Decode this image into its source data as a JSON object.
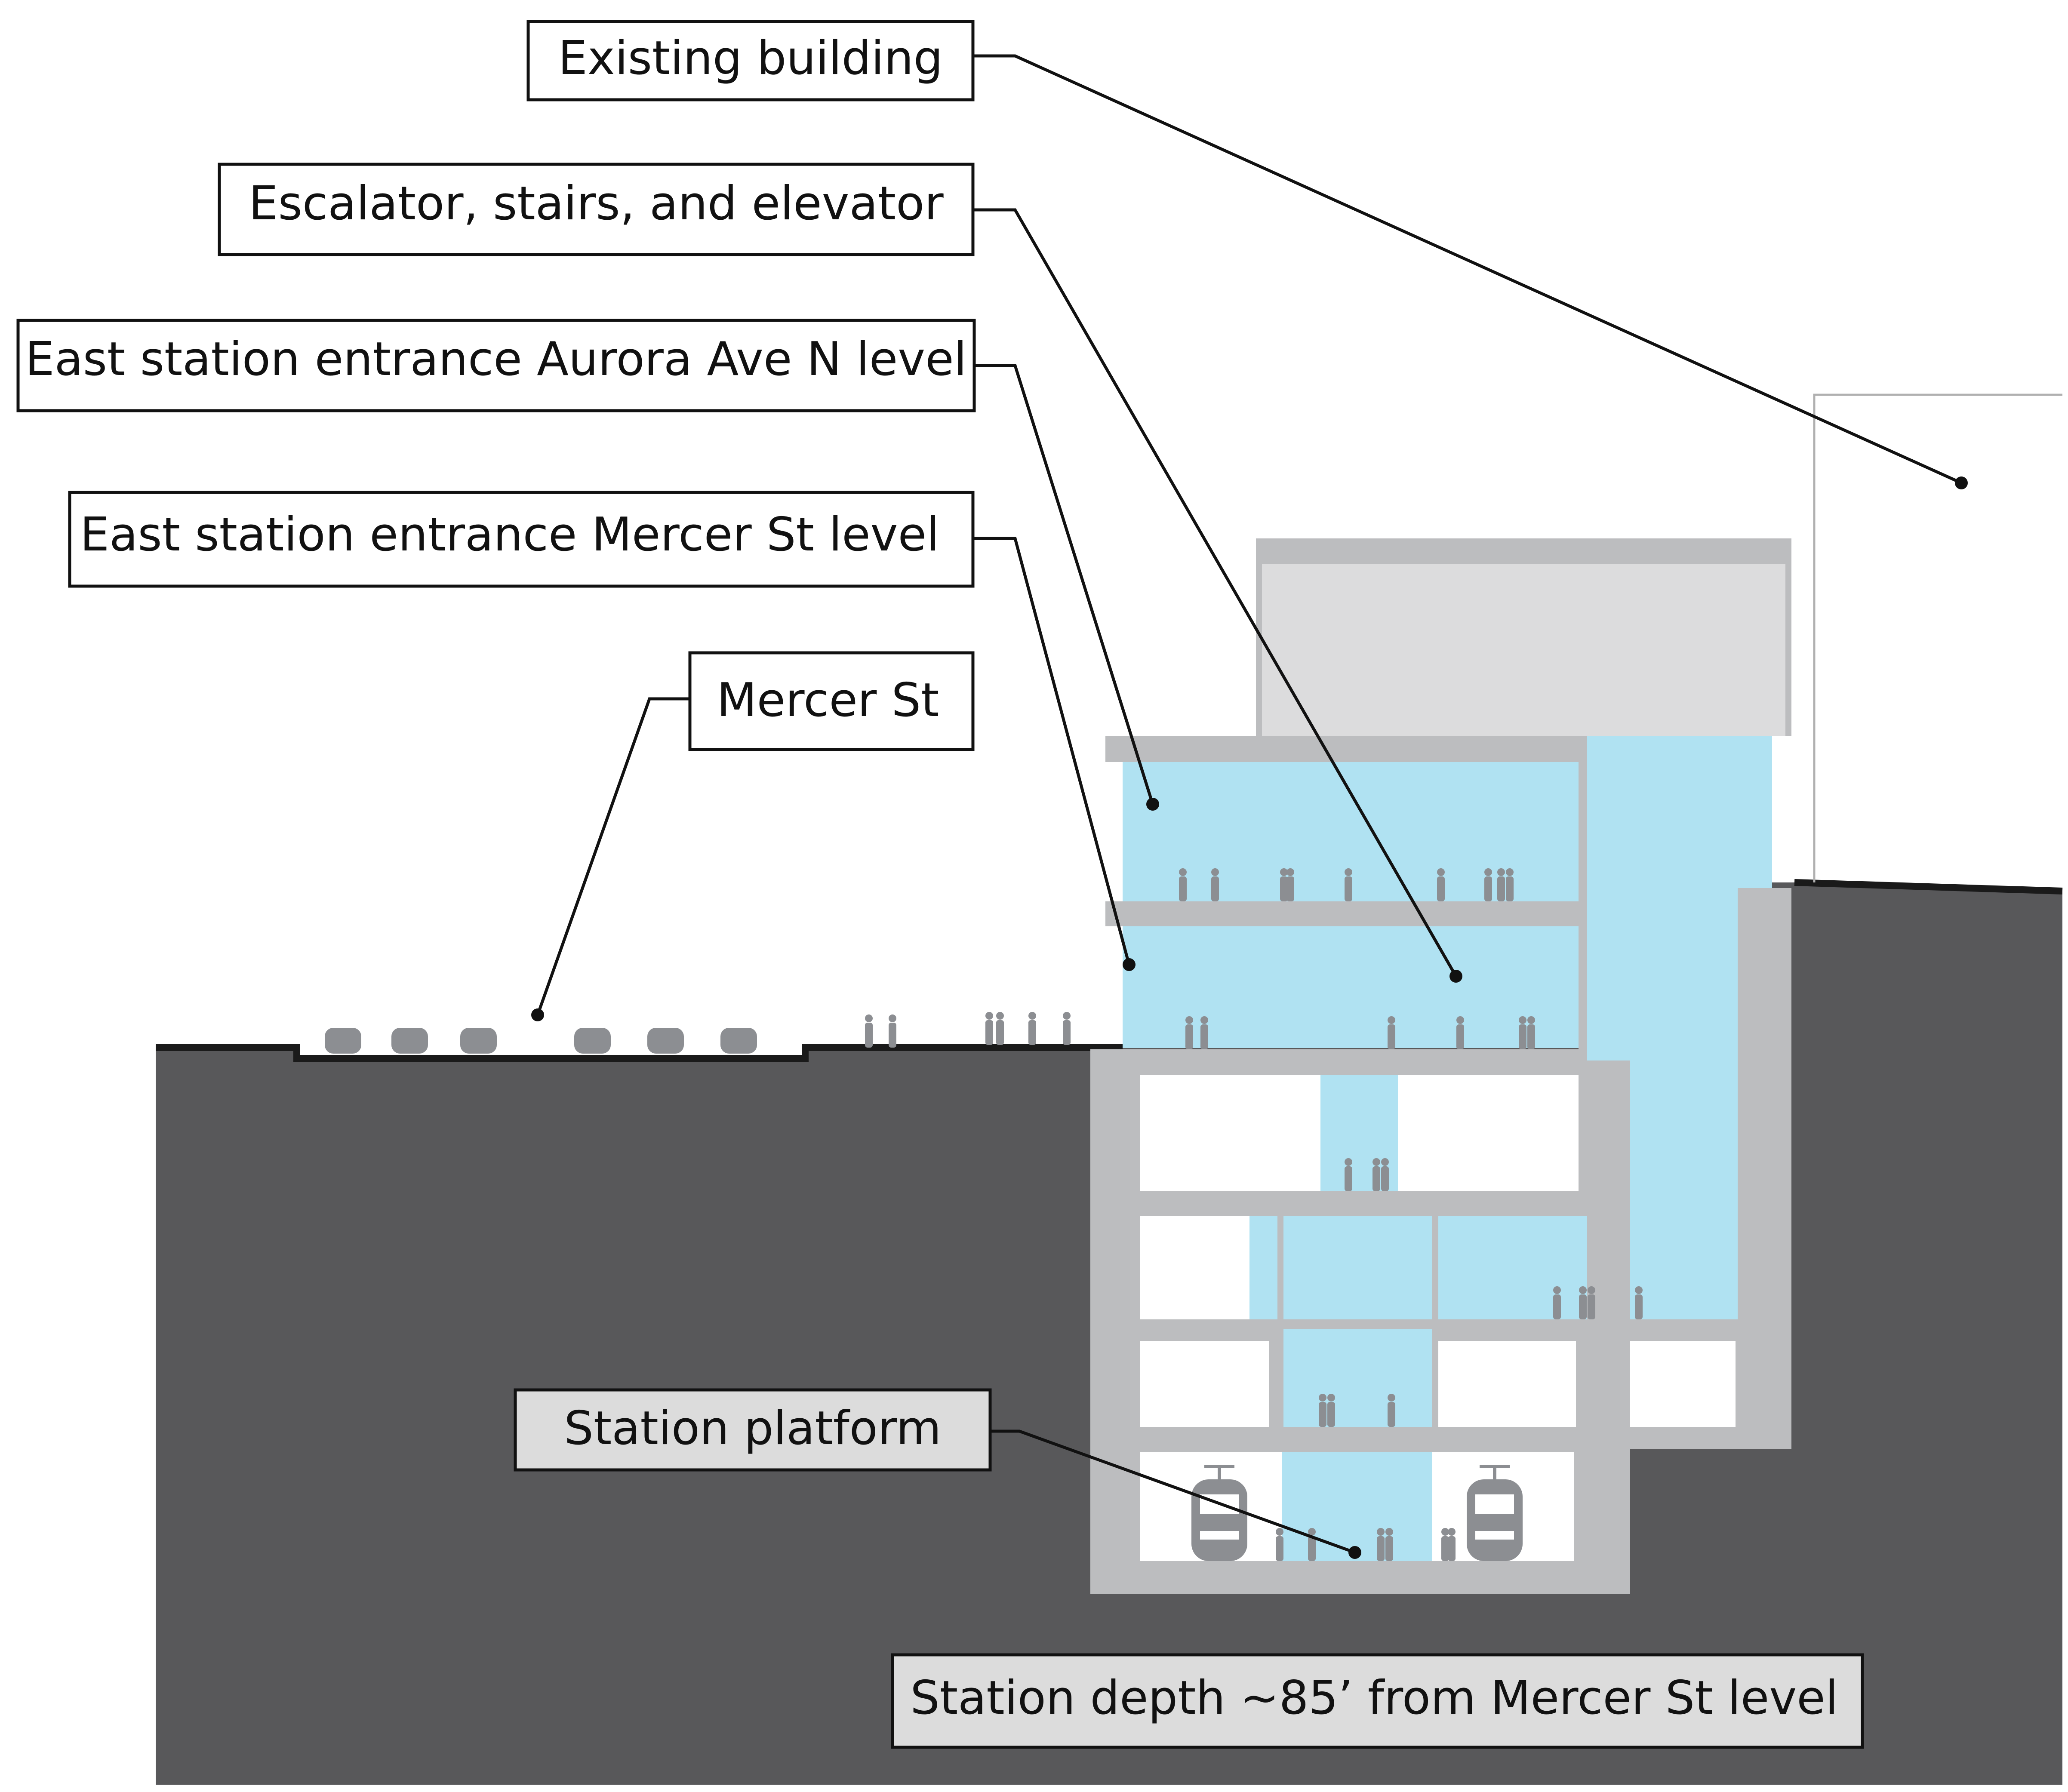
{
  "labels": {
    "existing_building": "Existing building",
    "escalator": "Escalator, stairs, and elevator",
    "aurora_entrance": "East station entrance Aurora Ave N level",
    "mercer_entrance": "East station entrance Mercer St level",
    "mercer_st": "Mercer St",
    "station_platform": "Station platform",
    "station_depth": "Station depth ~85’ from Mercer St level"
  },
  "colors": {
    "ground": "#58585a",
    "structure": "#bcbdbf",
    "structure_light": "#dcdcdd",
    "station_space": "#b0e2f2",
    "figure": "#8c8e92",
    "leader": "#111111",
    "label_fill": "#ffffff",
    "label_fill_shaded": "#dcdcdc",
    "surface_line": "#1a1a1a"
  }
}
